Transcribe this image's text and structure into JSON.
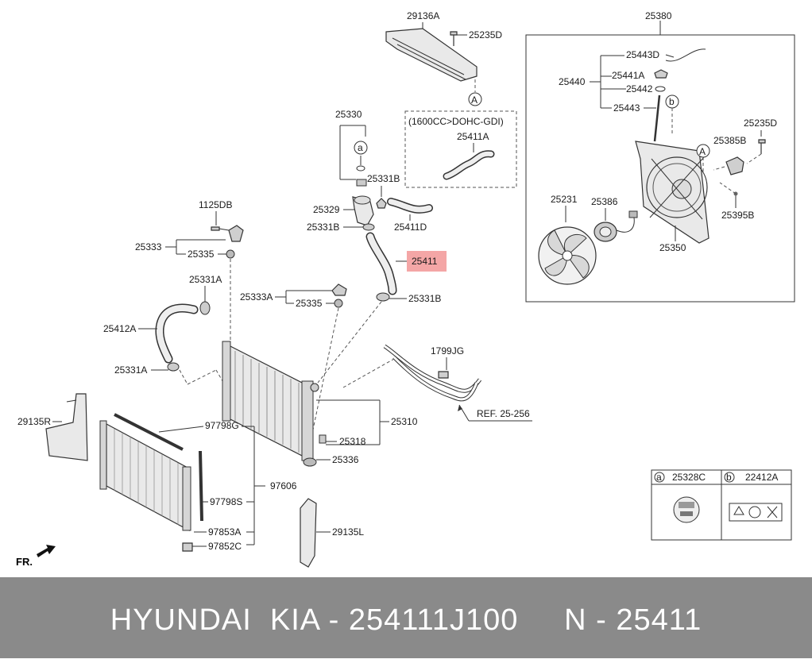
{
  "diagram": {
    "labels": {
      "p29136A": "29136A",
      "p25235D_top": "25235D",
      "p25330": "25330",
      "p25331B_a": "25331B",
      "p25329": "25329",
      "p25331B_b": "25331B",
      "p25411D": "25411D",
      "p25411": "25411",
      "p25331B_c": "25331B",
      "p1125DB": "1125DB",
      "p25333": "25333",
      "p25335_a": "25335",
      "p25331A_a": "25331A",
      "p25333A": "25333A",
      "p25335_b": "25335",
      "p25412A": "25412A",
      "p25331A_b": "25331A",
      "p1799JG": "1799JG",
      "p29135R": "29135R",
      "p97798G": "97798G",
      "p25310": "25310",
      "ref": "REF. 25-256",
      "p25318": "25318",
      "p97606": "97606",
      "p25336": "25336",
      "p97798S": "97798S",
      "p29135L": "29135L",
      "p97853A": "97853A",
      "p97852C": "97852C",
      "fr": "FR.",
      "p25380": "25380",
      "p25443D": "25443D",
      "p25441A": "25441A",
      "p25440": "25440",
      "p25442": "25442",
      "p25443": "25443",
      "p25235D_right": "25235D",
      "p25385B": "25385B",
      "p25395B": "25395B",
      "p25231": "25231",
      "p25386": "25386",
      "p25350": "25350",
      "p25328C": "25328C",
      "p22412A": "22412A",
      "variant": "(1600CC>DOHC-GDI)",
      "p25411A": "25411A",
      "callout_a": "a",
      "callout_b": "b",
      "callout_A": "A"
    },
    "highlight_color": "#f4a6a6"
  },
  "footer": {
    "text": "HYUNDAI  KIA - 254111J100     N - 25411"
  }
}
